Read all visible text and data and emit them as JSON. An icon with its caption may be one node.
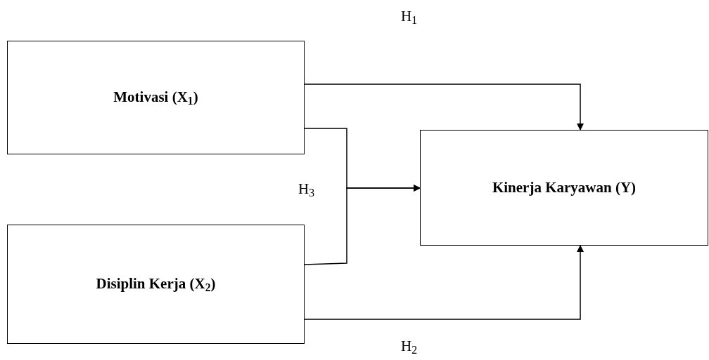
{
  "diagram": {
    "nodes": [
      {
        "text": [
          "Motivasi (X$_{1}$)"
        ]
      },
      {
        "text": [
          "Disiplin Kerja (X$_{2}$)"
        ]
      },
      {
        "text": [
          "Kinerja Karyawan (Y)"
        ]
      }
    ],
    "edges": [
      {
        "from": 0,
        "to": 2,
        "arrow": "to",
        "label": "H$_{1}$"
      },
      {
        "from": 0,
        "to": 2,
        "arrow": "to",
        "label": "H$_{3}$"
      },
      {
        "from": 1,
        "to": 2,
        "arrow": "to"
      },
      {
        "from": 1,
        "to": 2,
        "arrow": "to",
        "label": "H$_{2}$"
      }
    ]
  }
}
